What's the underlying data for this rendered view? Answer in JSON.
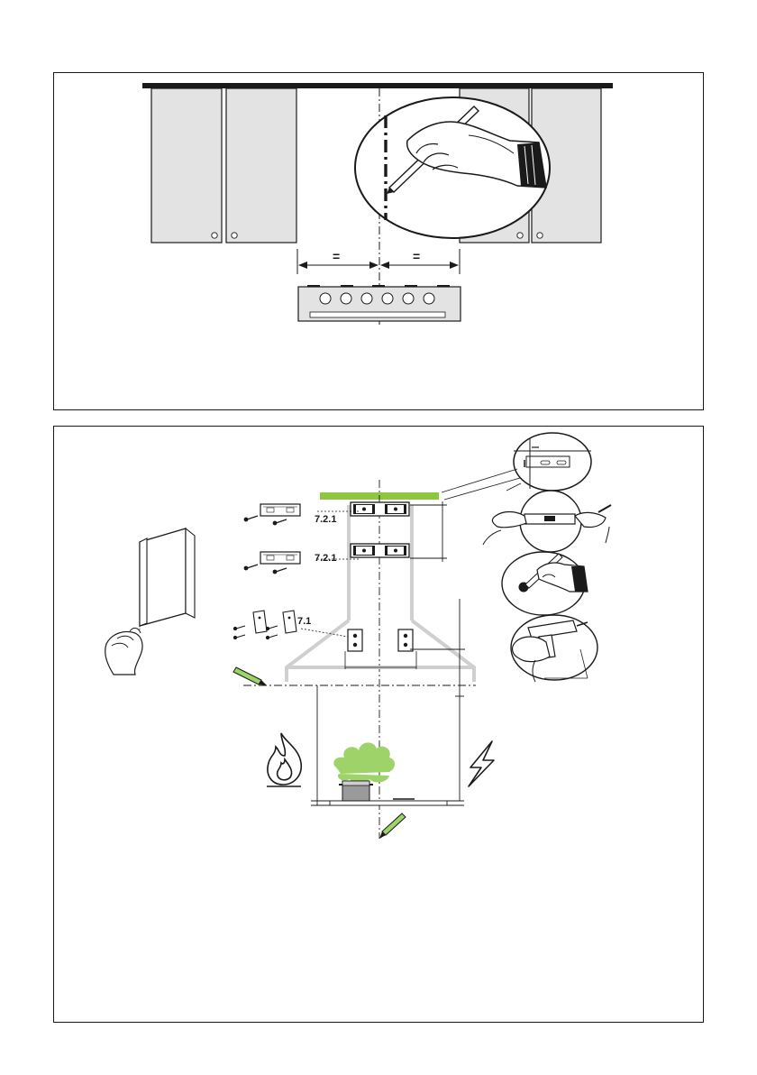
{
  "top_panel": {
    "equal_left": "=",
    "equal_right": "="
  },
  "bottom_panel": {
    "label_upper_bracket": "7.2.1",
    "label_lower_bracket": "7.2.1",
    "label_hood_brackets": "7.1"
  },
  "colors": {
    "outline": "#1a1a1a",
    "cabinet_fill": "#e3e3e3",
    "ceiling_green": "#8dc63f",
    "steam_green": "#9ed36a",
    "hood_outline": "#cfcfcf",
    "pot_gray": "#9a9a9a"
  },
  "icons": [
    "pencil-hand-icon",
    "pencil-icon",
    "flame-icon",
    "lightning-icon",
    "drill-icon",
    "spirit-level-icon",
    "screw-icon",
    "chimney-cover-icon"
  ]
}
